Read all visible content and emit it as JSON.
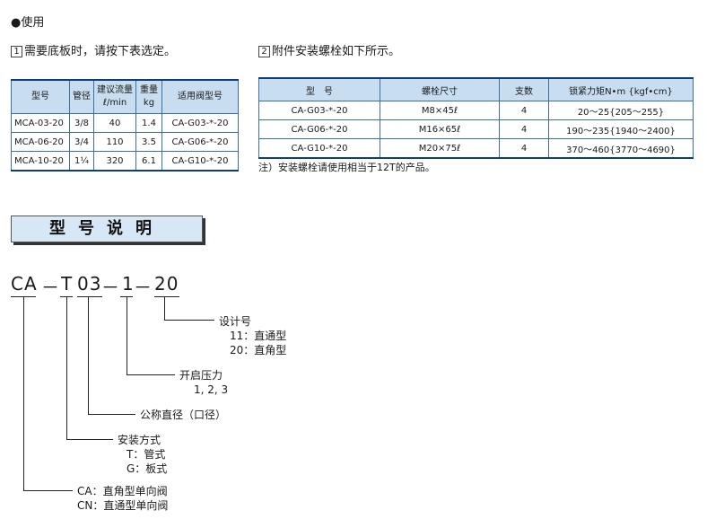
{
  "usage": {
    "title": "●使用"
  },
  "section1": {
    "num": "1",
    "title": "需要底板时，请按下表选定。"
  },
  "section2": {
    "num": "2",
    "title": "附件安装螺栓如下所示。"
  },
  "table1": {
    "headers": [
      "型号",
      "管径",
      "建议流量",
      "ℓ/min",
      "重量",
      "kg",
      "适用阀型号"
    ],
    "rows": [
      [
        "MCA-03-20",
        "3/8",
        "40",
        "1.4",
        "CA-G03-*-20"
      ],
      [
        "MCA-06-20",
        "3/4",
        "110",
        "3.5",
        "CA-G06-*-20"
      ],
      [
        "MCA-10-20",
        "1¼",
        "320",
        "6.1",
        "CA-G10-*-20"
      ]
    ]
  },
  "table2": {
    "headers": [
      "型　号",
      "螺栓尺寸",
      "支数",
      "锁紧力矩N•m {kgf•cm}"
    ],
    "rows": [
      [
        "CA-G03-*-20",
        "M8×45ℓ",
        "4",
        "20～25{205～255}"
      ],
      [
        "CA-G06-*-20",
        "M16×65ℓ",
        "4",
        "190～235{1940～2400}"
      ],
      [
        "CA-G10-*-20",
        "M20×75ℓ",
        "4",
        "370～460{3770～4690}"
      ]
    ]
  },
  "note": "注）安装螺栓请使用相当于12T的产品。",
  "model": {
    "banner": "型号说明",
    "code": [
      "CA",
      "－",
      "T",
      "03",
      "－",
      "1",
      "－",
      "20"
    ],
    "design": {
      "title": "设计号",
      "l1": "11：直通型",
      "l2": "20：直角型"
    },
    "pressure": {
      "title": "开启压力",
      "l1": "1, 2, 3"
    },
    "size": {
      "title": "公称直径（口径）"
    },
    "mount": {
      "title": "安装方式",
      "l1": "T：管式",
      "l2": "G：板式"
    },
    "type": {
      "l1": "CA：直角型单向阀",
      "l2": "CN：直通型单向阀"
    }
  }
}
